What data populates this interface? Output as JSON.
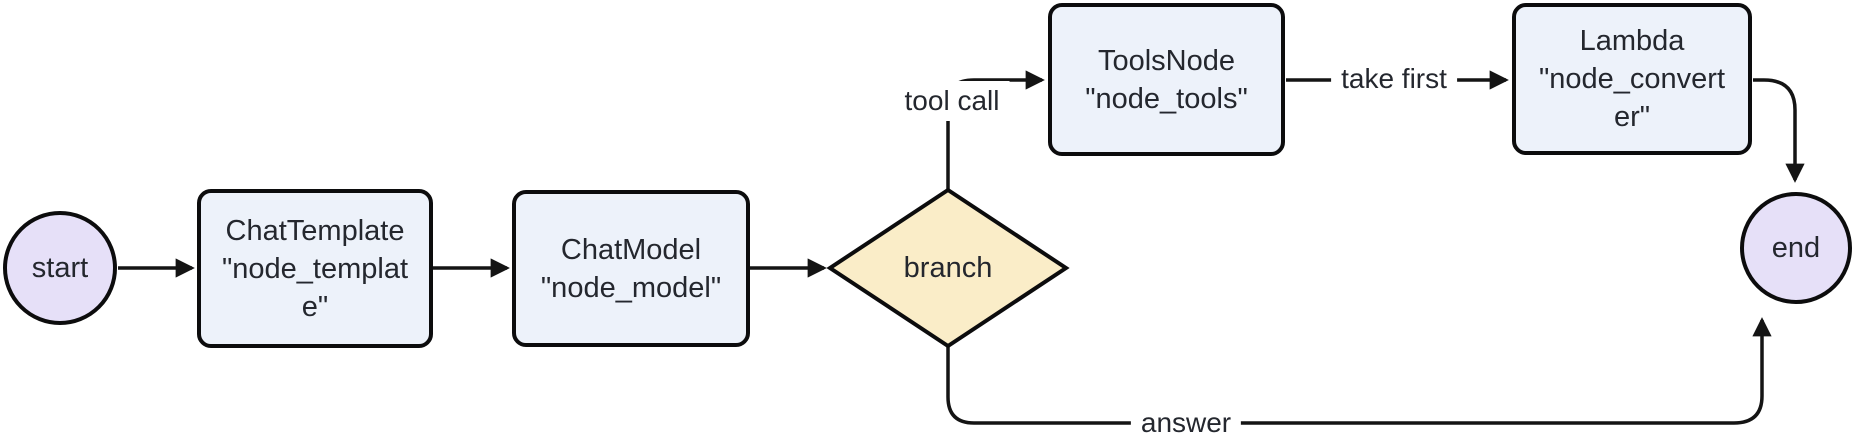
{
  "diagram": {
    "type": "flowchart",
    "direction": "left-to-right",
    "colors": {
      "background": "#ffffff",
      "node_fill": "#edf2fa",
      "node_border": "#0c0c0d",
      "circle_fill": "#e6e0f8",
      "diamond_fill": "#faedc8",
      "edge": "#141414",
      "text": "#24272e",
      "label_bg": "#ffffff"
    },
    "nodes": {
      "start": {
        "shape": "circle",
        "label": "start"
      },
      "template": {
        "shape": "rounded-rect",
        "label": "ChatTemplate \"node_template\"",
        "lines": [
          "ChatTemplate",
          "\"node_templat",
          "e\""
        ]
      },
      "model": {
        "shape": "rounded-rect",
        "label": "ChatModel \"node_model\"",
        "lines": [
          "ChatModel",
          "\"node_model\""
        ]
      },
      "branch": {
        "shape": "diamond",
        "label": "branch"
      },
      "tools": {
        "shape": "rounded-rect",
        "label": "ToolsNode \"node_tools\"",
        "lines": [
          "ToolsNode",
          "\"node_tools\""
        ]
      },
      "converter": {
        "shape": "rounded-rect",
        "label": "Lambda \"node_converter\"",
        "lines": [
          "Lambda",
          "\"node_convert",
          "er\""
        ]
      },
      "end": {
        "shape": "circle",
        "label": "end"
      }
    },
    "edges": [
      {
        "from": "start",
        "to": "node_template",
        "label": ""
      },
      {
        "from": "node_template",
        "to": "node_model",
        "label": ""
      },
      {
        "from": "node_model",
        "to": "branch",
        "label": ""
      },
      {
        "from": "branch",
        "to": "node_tools",
        "label": "tool call"
      },
      {
        "from": "node_tools",
        "to": "node_converter",
        "label": "take first"
      },
      {
        "from": "node_converter",
        "to": "end",
        "label": ""
      },
      {
        "from": "branch",
        "to": "end",
        "label": "answer"
      }
    ]
  }
}
